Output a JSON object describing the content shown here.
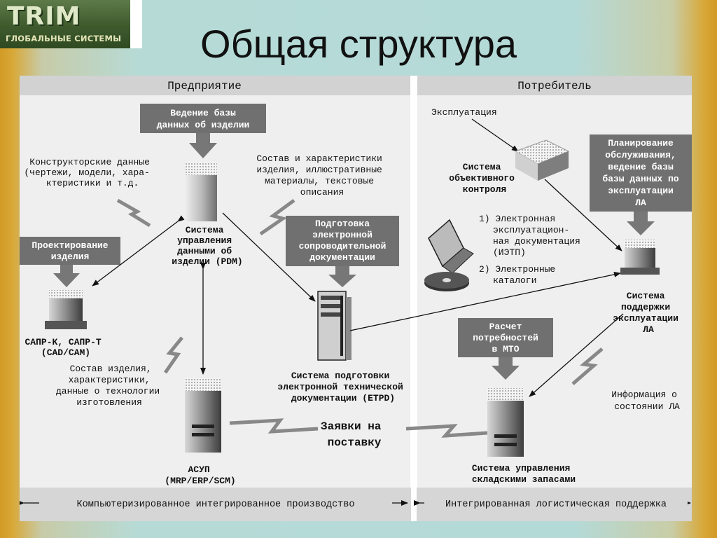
{
  "logo": {
    "name": "TRIM",
    "subtitle": "ГЛОБАЛЬНЫЕ СИСТЕМЫ"
  },
  "slide": {
    "title": "Общая структура"
  },
  "colors": {
    "gray_box": "#707070",
    "panel": "#efefef",
    "header_bar": "#d2d2d2",
    "accent": "#cfcfcf"
  },
  "diagram": {
    "left_header": "Предприятие",
    "right_header": "Потребитель",
    "pdm_header": [
      "Ведение базы",
      "данных об изделии"
    ],
    "design_box": [
      "Проектирование",
      "изделия"
    ],
    "design_note": [
      "Конструкторские данные",
      "(чертежи, модели, хара-",
      "ктеристики и т.д."
    ],
    "composition_note": [
      "Состав и характеристики",
      "изделия, иллюстративные",
      "материалы, текстовые",
      "описания"
    ],
    "pdm_label": [
      "Система",
      "управления",
      "данными об",
      "изделии (PDM)"
    ],
    "prep_box": [
      "Подготовка",
      "электронной",
      "сопроводительной",
      "документации"
    ],
    "cad_label": [
      "САПР-К, САПР-Т",
      "(CAD/CAM)"
    ],
    "product_note": [
      "Состав изделия,",
      "характеристики,",
      "данные о технологии",
      "изготовления"
    ],
    "etpd_label": [
      "Система подготовки",
      "электронной технической",
      "документации (ETPD)"
    ],
    "requests": [
      "Заявки на",
      "поставку"
    ],
    "asup_label": [
      "АСУП",
      "(MRP/ERP/SCM)"
    ],
    "exploitation": "Эксплуатация",
    "objective_label": [
      "Система",
      "объективного",
      "контроля"
    ],
    "e_doc_list": [
      "1) Электронная",
      "эксплуатацион-",
      "ная документация",
      "(ИЭТП)",
      "2) Электронные",
      "каталоги"
    ],
    "planning_box": [
      "Планирование",
      "обслуживания,",
      "ведение базы",
      "базы данных по",
      "эксплуатации",
      "ЛА"
    ],
    "support_label": [
      "Система",
      "поддержки",
      "эксплуатации",
      "ЛА"
    ],
    "mto_box": [
      "Расчет",
      "потребностей",
      "в МТО"
    ],
    "state_note": [
      "Информация о",
      "состоянии ЛА"
    ],
    "warehouse_label": [
      "Система управления",
      "складскими запасами"
    ],
    "footer_left": "Компьютеризированное интегрированное производство",
    "footer_right": "Интегрированная логистическая поддержка"
  }
}
